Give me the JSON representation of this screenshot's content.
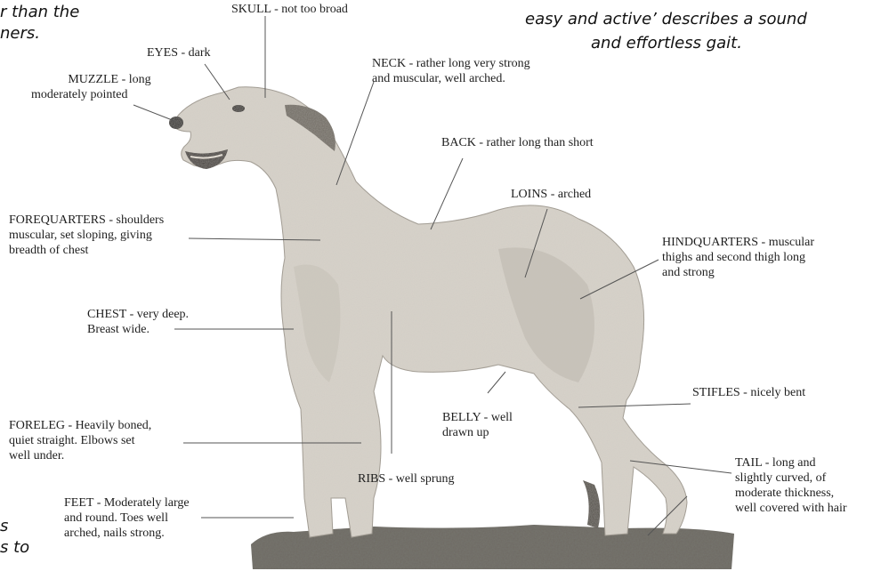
{
  "side_text": {
    "top_left_1": "r than the",
    "top_left_2": "ners.",
    "top_right_1": "easy and active’ describes a sound",
    "top_right_2": "and effortless gait.",
    "bottom_left_1": "s",
    "bottom_left_2": "s to"
  },
  "labels": {
    "skull": "SKULL - not too broad",
    "eyes": "EYES - dark",
    "muzzle_1": "MUZZLE - long",
    "muzzle_2": "moderately pointed",
    "neck_1": "NECK - rather long very strong",
    "neck_2": "and muscular, well arched.",
    "back": "BACK - rather long than short",
    "loins": "LOINS - arched",
    "forequarters_1": "FOREQUARTERS - shoulders",
    "forequarters_2": "muscular, set sloping, giving",
    "forequarters_3": "breadth of chest",
    "hindquarters_1": "HINDQUARTERS - muscular",
    "hindquarters_2": "thighs and second thigh long",
    "hindquarters_3": "and strong",
    "chest_1": "CHEST - very deep.",
    "chest_2": "Breast wide.",
    "stifles": "STIFLES - nicely bent",
    "belly_1": "BELLY - well",
    "belly_2": "drawn up",
    "foreleg_1": "FORELEG - Heavily boned,",
    "foreleg_2": "quiet straight. Elbows set",
    "foreleg_3": "well under.",
    "tail_1": "TAIL - long and",
    "tail_2": "slightly curved, of",
    "tail_3": "moderate thickness,",
    "tail_4": "well covered with hair",
    "ribs": "RIBS - well sprung",
    "feet_1": "FEET - Moderately large",
    "feet_2": "and round. Toes well",
    "feet_3": "arched, nails strong."
  },
  "colors": {
    "dog_coat": "#d9d4cc",
    "dog_shadow": "#b9b3aa",
    "grass": "#5f5d57",
    "leader_line": "#555555"
  }
}
